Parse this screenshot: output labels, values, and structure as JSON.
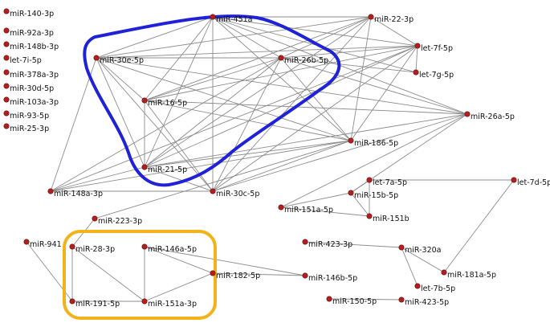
{
  "colors": {
    "node": "#b21f1f",
    "edge": "#8c8c8c",
    "cluster_blue": "#1f22d6",
    "cluster_orange": "#f2b21a"
  },
  "nodes": [
    {
      "id": "n140",
      "label": "miR-140-3p"
    },
    {
      "id": "n92",
      "label": "miR-92a-3p"
    },
    {
      "id": "n148b",
      "label": "miR-148b-3p"
    },
    {
      "id": "l7i",
      "label": "let-7i-5p"
    },
    {
      "id": "n378",
      "label": "miR-378a-3p"
    },
    {
      "id": "n30d",
      "label": "miR-30d-5p"
    },
    {
      "id": "n103",
      "label": "miR-103a-3p"
    },
    {
      "id": "n93",
      "label": "miR-93-5p"
    },
    {
      "id": "n25",
      "label": "miR-25-3p"
    },
    {
      "id": "n451",
      "label": "miR-451a"
    },
    {
      "id": "n22",
      "label": "miR-22-3p"
    },
    {
      "id": "n30e",
      "label": "miR-30e-5p"
    },
    {
      "id": "n26b",
      "label": "miR-26b-5p"
    },
    {
      "id": "l7f",
      "label": "let-7f-5p"
    },
    {
      "id": "l7g",
      "label": "let-7g-5p"
    },
    {
      "id": "n16",
      "label": "miR-16-5p"
    },
    {
      "id": "n26a",
      "label": "miR-26a-5p"
    },
    {
      "id": "n186",
      "label": "miR-186-5p"
    },
    {
      "id": "n21",
      "label": "miR-21-5p"
    },
    {
      "id": "n148a",
      "label": "miR-148a-3p"
    },
    {
      "id": "n30c",
      "label": "miR-30c-5p"
    },
    {
      "id": "l7a",
      "label": "let-7a-5p"
    },
    {
      "id": "l7d",
      "label": "let-7d-5p"
    },
    {
      "id": "n15b",
      "label": "miR-15b-5p"
    },
    {
      "id": "n151a5",
      "label": "miR-151a-5p"
    },
    {
      "id": "n151b",
      "label": "miR-151b"
    },
    {
      "id": "n223",
      "label": "miR-223-3p"
    },
    {
      "id": "n941",
      "label": "miR-941"
    },
    {
      "id": "n28",
      "label": "miR-28-3p"
    },
    {
      "id": "n146a",
      "label": "miR-146a-5p"
    },
    {
      "id": "n423_3",
      "label": "miR-423-3p"
    },
    {
      "id": "n320",
      "label": "miR-320a"
    },
    {
      "id": "n182",
      "label": "miR-182-5p"
    },
    {
      "id": "n146b",
      "label": "miR-146b-5p"
    },
    {
      "id": "n181",
      "label": "miR-181a-5p"
    },
    {
      "id": "l7b",
      "label": "let-7b-5p"
    },
    {
      "id": "n191",
      "label": "miR-191-5p"
    },
    {
      "id": "n151a3",
      "label": "miR-151a-3p"
    },
    {
      "id": "n150",
      "label": "miR-150-5p"
    },
    {
      "id": "n423_5",
      "label": "miR-423-5p"
    }
  ],
  "edges": [
    [
      "n451",
      "n22"
    ],
    [
      "n451",
      "n30e"
    ],
    [
      "n451",
      "n26b"
    ],
    [
      "n451",
      "l7f"
    ],
    [
      "n451",
      "n16"
    ],
    [
      "n451",
      "n186"
    ],
    [
      "n451",
      "n21"
    ],
    [
      "n451",
      "n30c"
    ],
    [
      "n451",
      "n26a"
    ],
    [
      "n451",
      "l7g"
    ],
    [
      "n30e",
      "n22"
    ],
    [
      "n30e",
      "n26b"
    ],
    [
      "n30e",
      "l7f"
    ],
    [
      "n30e",
      "n16"
    ],
    [
      "n30e",
      "n186"
    ],
    [
      "n30e",
      "n21"
    ],
    [
      "n30e",
      "n30c"
    ],
    [
      "n30e",
      "n148a"
    ],
    [
      "n30e",
      "n26a"
    ],
    [
      "n26b",
      "n22"
    ],
    [
      "n26b",
      "l7f"
    ],
    [
      "n26b",
      "l7g"
    ],
    [
      "n26b",
      "n16"
    ],
    [
      "n26b",
      "n186"
    ],
    [
      "n26b",
      "n21"
    ],
    [
      "n26b",
      "n30c"
    ],
    [
      "n26b",
      "n148a"
    ],
    [
      "n26b",
      "n26a"
    ],
    [
      "n22",
      "l7f"
    ],
    [
      "n22",
      "n16"
    ],
    [
      "n22",
      "n186"
    ],
    [
      "n22",
      "n21"
    ],
    [
      "n22",
      "n30c"
    ],
    [
      "l7f",
      "l7g"
    ],
    [
      "l7f",
      "n16"
    ],
    [
      "l7f",
      "n186"
    ],
    [
      "l7f",
      "n21"
    ],
    [
      "l7f",
      "n30c"
    ],
    [
      "l7f",
      "n148a"
    ],
    [
      "n16",
      "n186"
    ],
    [
      "n16",
      "n21"
    ],
    [
      "n16",
      "n30c"
    ],
    [
      "n16",
      "n26a"
    ],
    [
      "n186",
      "n21"
    ],
    [
      "n186",
      "n30c"
    ],
    [
      "n186",
      "n148a"
    ],
    [
      "n21",
      "n30c"
    ],
    [
      "n21",
      "n148a"
    ],
    [
      "n21",
      "n26a"
    ],
    [
      "n30c",
      "n148a"
    ],
    [
      "n30c",
      "n26a"
    ],
    [
      "n26a",
      "n151a5"
    ],
    [
      "n26a",
      "n15b"
    ],
    [
      "n186",
      "n223"
    ],
    [
      "l7a",
      "l7d"
    ],
    [
      "l7a",
      "n15b"
    ],
    [
      "l7a",
      "n151b"
    ],
    [
      "n15b",
      "n151b"
    ],
    [
      "n15b",
      "n151a5"
    ],
    [
      "n151a5",
      "n151b"
    ],
    [
      "n223",
      "n28"
    ],
    [
      "n28",
      "n191"
    ],
    [
      "n28",
      "n151a3"
    ],
    [
      "n941",
      "n191"
    ],
    [
      "n146a",
      "n182"
    ],
    [
      "n146a",
      "n151a3"
    ],
    [
      "n146a",
      "n146b"
    ],
    [
      "n182",
      "n146b"
    ],
    [
      "n182",
      "n151a3"
    ],
    [
      "n191",
      "n151a3"
    ],
    [
      "n423_3",
      "n320"
    ],
    [
      "n320",
      "n181"
    ],
    [
      "n320",
      "l7b"
    ],
    [
      "l7d",
      "n181"
    ],
    [
      "n150",
      "n423_5"
    ]
  ]
}
